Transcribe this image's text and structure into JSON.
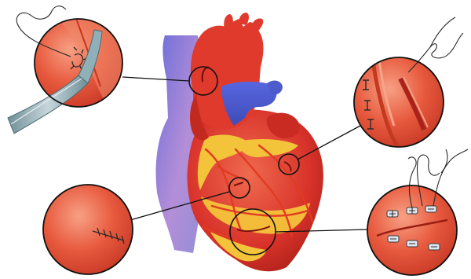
{
  "figure": {
    "background": "#ffffff",
    "colors": {
      "heart_red": "#d8322a",
      "heart_dark": "#a81a14",
      "fat_yellow": "#f3c33a",
      "vein_blue": "#5b6fd0",
      "vena_cava": "#8f8fd6",
      "outline": "#111111",
      "suture": "#2a2a2a",
      "instrument": "#7fa0a8"
    },
    "parts": {
      "heart": "heart-icon",
      "aorta": "aorta-icon",
      "vena_cava": "vena-cava-icon",
      "pulmonary_artery": "pulmonary-artery-icon",
      "coronary_arteries": "coronary-arteries-icon",
      "fat": "epicardial-fat-icon"
    },
    "callouts": [
      {
        "id": "aorta-cannulation",
        "detail": "cannula-with-purse-string-sutures-icon"
      },
      {
        "id": "atrial-incision",
        "detail": "running-suture-incision-icon"
      },
      {
        "id": "small-laceration",
        "detail": "interrupted-sutures-icon"
      },
      {
        "id": "ventricular-laceration",
        "detail": "pledgeted-mattress-sutures-icon"
      }
    ]
  }
}
